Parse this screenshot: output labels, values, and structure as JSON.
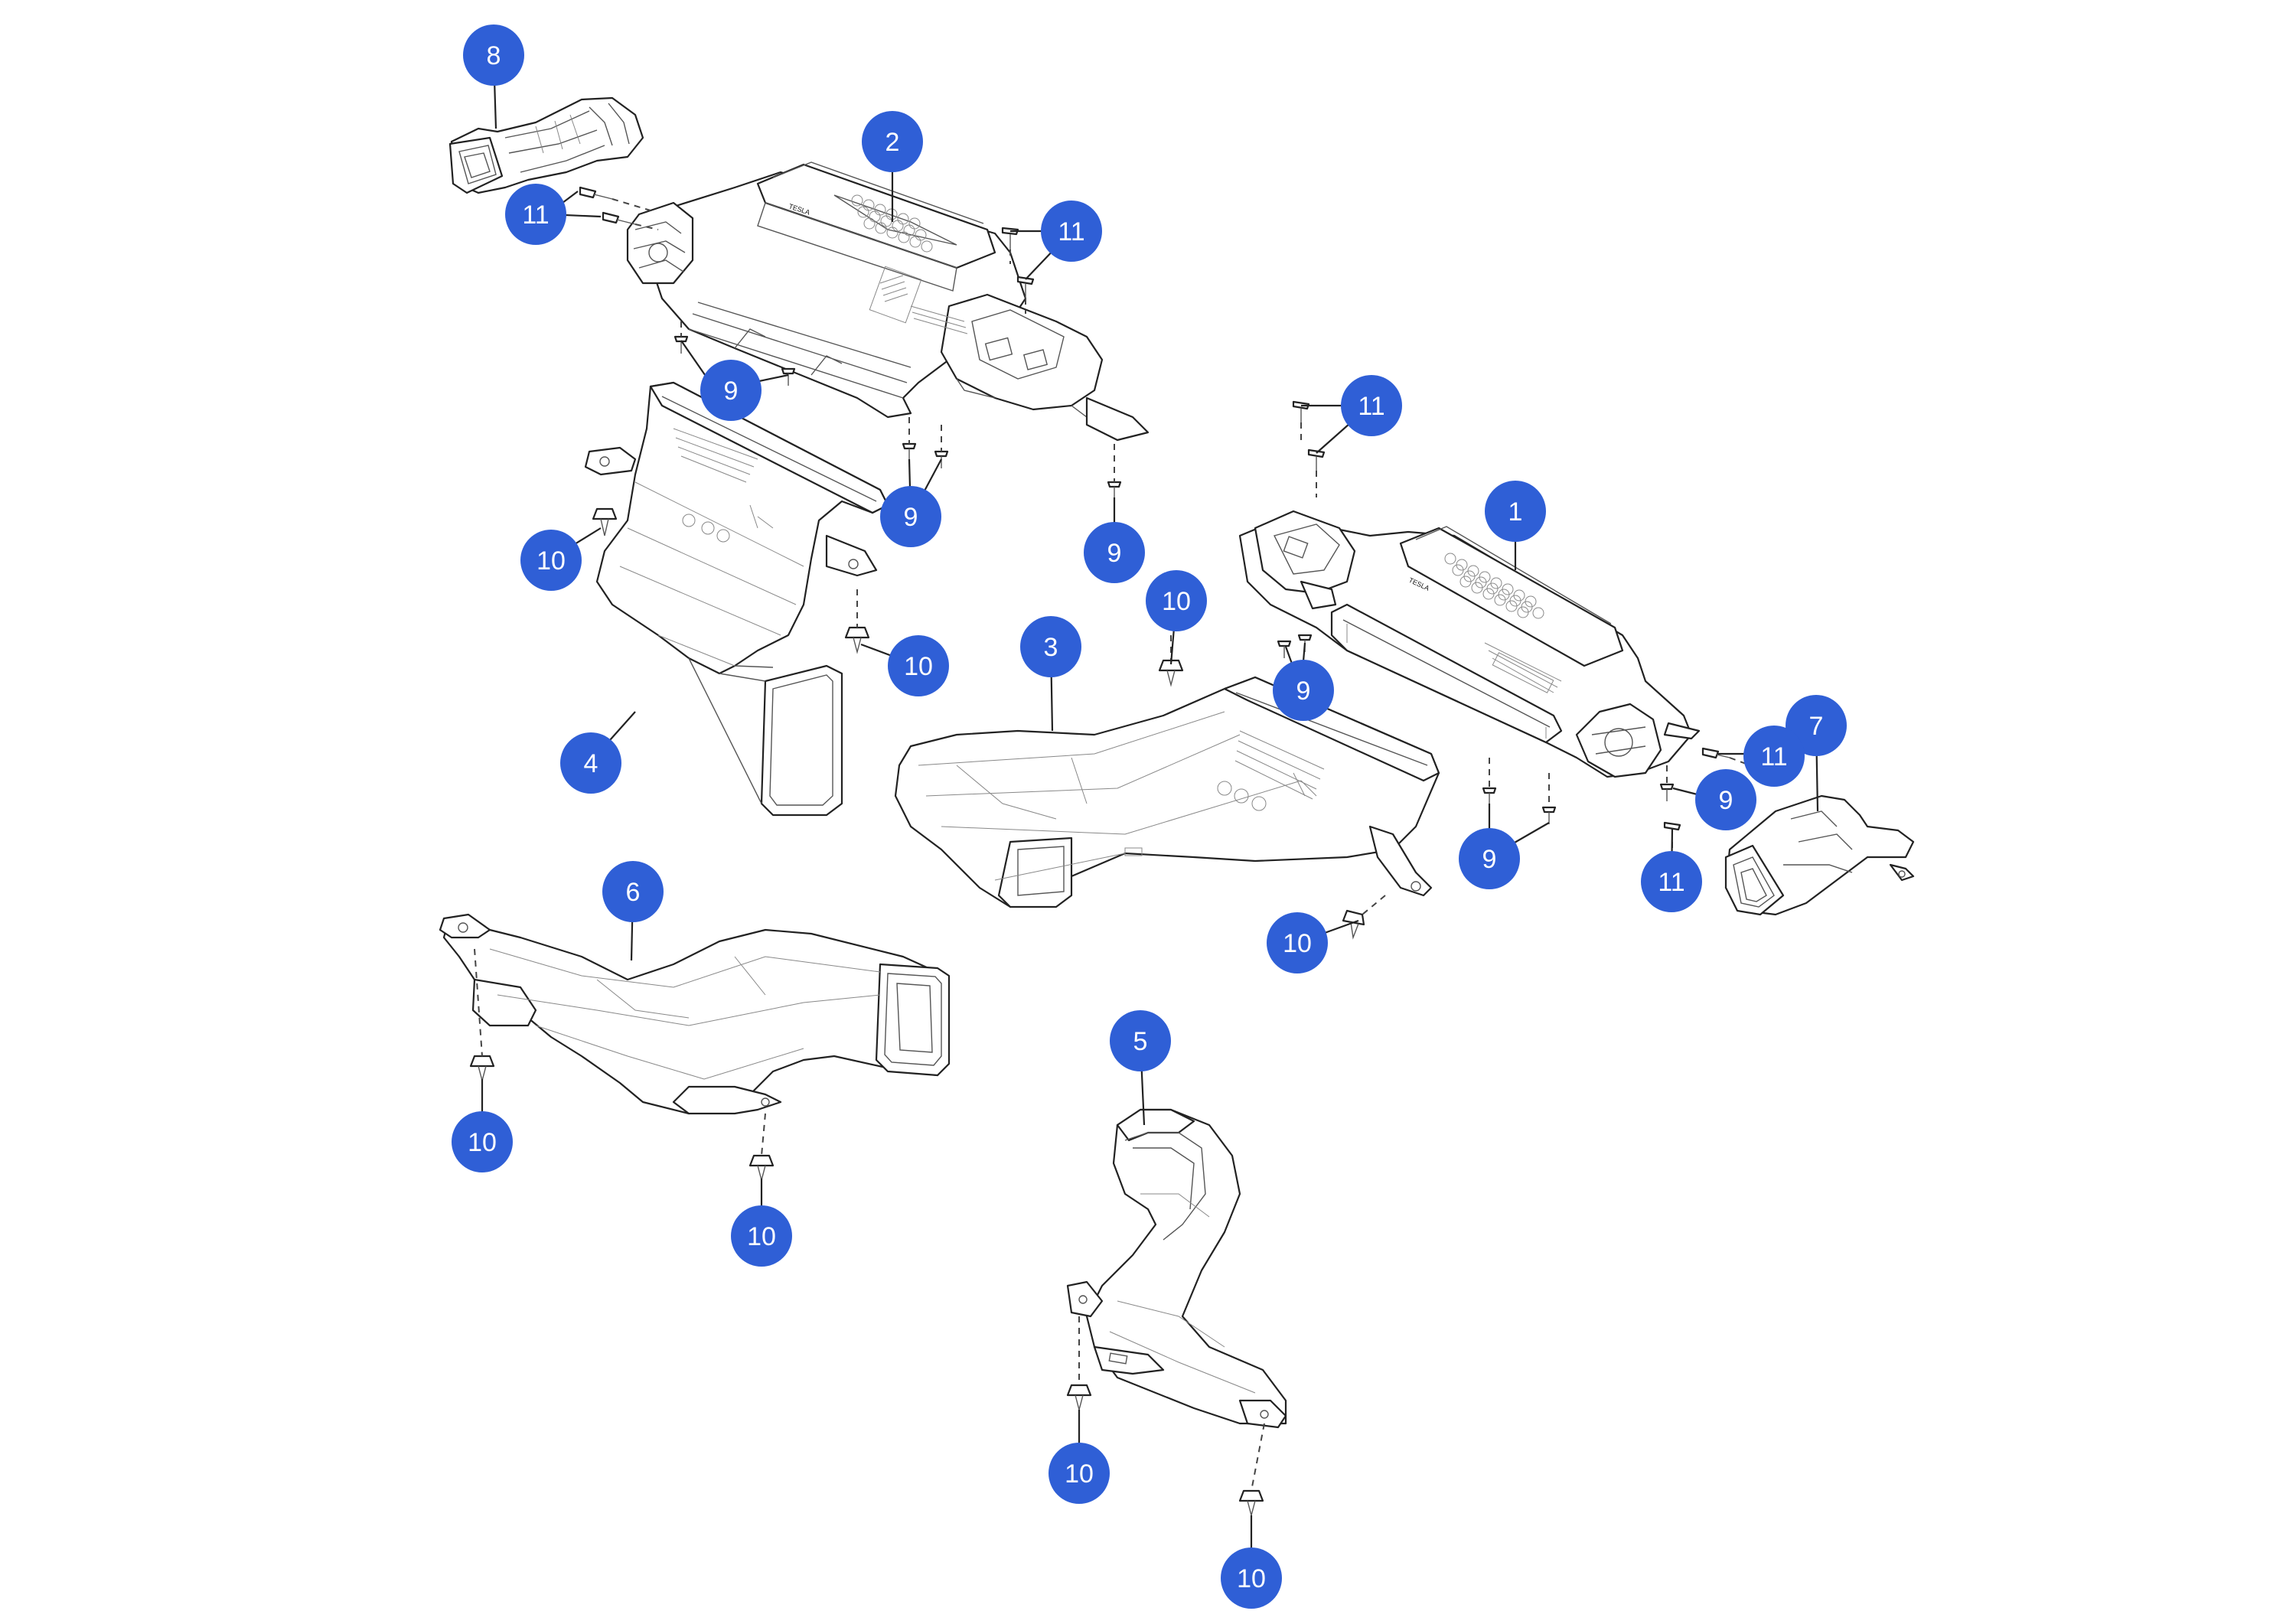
{
  "colors": {
    "callout_fill": "#2f5fd6",
    "callout_text": "#ffffff",
    "line": "#222222",
    "background": "#ffffff"
  },
  "callouts": [
    {
      "id": "c8",
      "label": "8"
    },
    {
      "id": "c2",
      "label": "2"
    },
    {
      "id": "c11a",
      "label": "11"
    },
    {
      "id": "c11b",
      "label": "11"
    },
    {
      "id": "c9a",
      "label": "9"
    },
    {
      "id": "c9b",
      "label": "9"
    },
    {
      "id": "c9c",
      "label": "9"
    },
    {
      "id": "c10a",
      "label": "10"
    },
    {
      "id": "c10b",
      "label": "10"
    },
    {
      "id": "c4",
      "label": "4"
    },
    {
      "id": "c11c",
      "label": "11"
    },
    {
      "id": "c1",
      "label": "1"
    },
    {
      "id": "c10c",
      "label": "10"
    },
    {
      "id": "c3",
      "label": "3"
    },
    {
      "id": "c9d",
      "label": "9"
    },
    {
      "id": "c7",
      "label": "7"
    },
    {
      "id": "c11d",
      "label": "11"
    },
    {
      "id": "c9e",
      "label": "9"
    },
    {
      "id": "c9f",
      "label": "9"
    },
    {
      "id": "c11e",
      "label": "11"
    },
    {
      "id": "c6",
      "label": "6"
    },
    {
      "id": "c10d",
      "label": "10"
    },
    {
      "id": "c5",
      "label": "5"
    },
    {
      "id": "c10e",
      "label": "10"
    },
    {
      "id": "c10f",
      "label": "10"
    },
    {
      "id": "c10g",
      "label": "10"
    },
    {
      "id": "c10h",
      "label": "10"
    }
  ],
  "brand_mark": "TESLA"
}
